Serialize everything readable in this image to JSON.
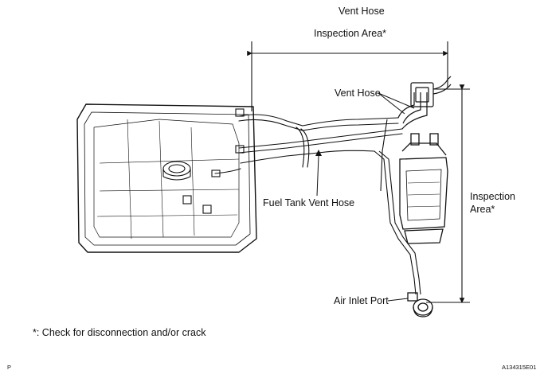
{
  "labels": {
    "title": "Vent Hose",
    "inspection_area_top": "Inspection Area*",
    "vent_hose": "Vent Hose",
    "inspection_area_side_1": "Inspection",
    "inspection_area_side_2": "Area*",
    "fuel_tank_vent_hose": "Fuel Tank Vent Hose",
    "air_inlet_port": "Air Inlet Port",
    "footnote": "*: Check for disconnection and/or crack",
    "page_marker": "P",
    "figure_id": "A134315E01"
  }
}
